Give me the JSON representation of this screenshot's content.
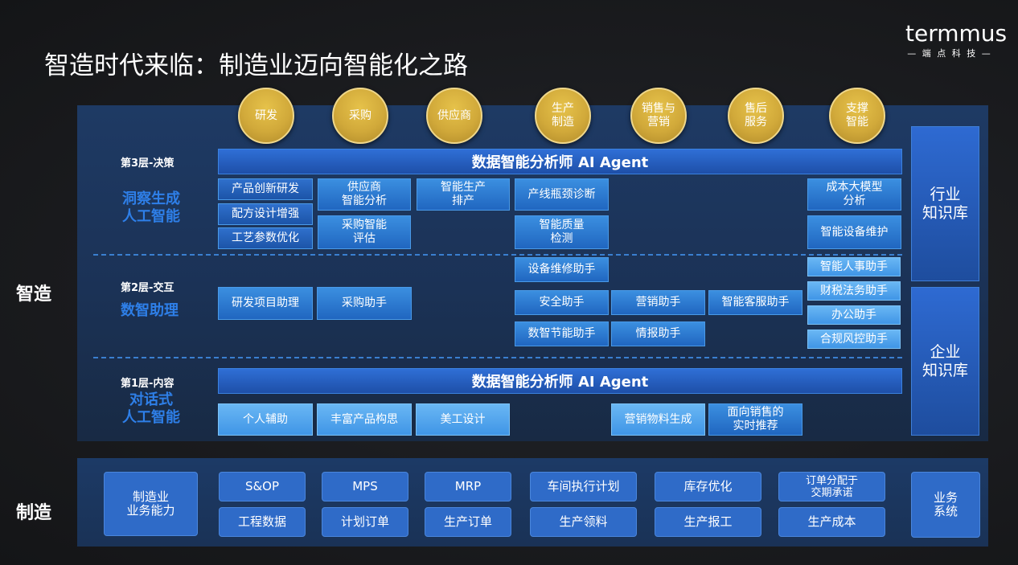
{
  "header": {
    "title": "智造时代来临：制造业迈向智能化之路",
    "logo_brand": "termmus",
    "logo_sub": "— 端 点 科 技 —"
  },
  "side_labels": {
    "smart": "智造",
    "manufacturing": "制造"
  },
  "domains": [
    "研发",
    "采购",
    "供应商",
    "生产\n制造",
    "销售与\n营销",
    "售后\n服务",
    "支撑\n智能"
  ],
  "layer3": {
    "label": "第3层-决策",
    "title": "洞察生成\n人工智能",
    "agent": "数据智能分析师 AI Agent",
    "items": [
      "产品创新研发",
      "配方设计增强",
      "工艺参数优化",
      "供应商\n智能分析",
      "采购智能\n评估",
      "智能生产\n排产",
      "产线瓶颈诊断",
      "智能质量\n检测",
      "成本大模型\n分析",
      "智能设备维护"
    ]
  },
  "layer2": {
    "label": "第2层-交互",
    "title": "数智助理",
    "items": [
      "研发项目助理",
      "采购助手",
      "设备维修助手",
      "安全助手",
      "营销助手",
      "智能客服助手",
      "数智节能助手",
      "情报助手",
      "智能人事助手",
      "财税法务助手",
      "办公助手",
      "合规风控助手"
    ]
  },
  "layer1": {
    "label": "第1层-内容",
    "title": "对话式\n人工智能",
    "agent": "数据智能分析师 AI Agent",
    "items": [
      "个人辅助",
      "丰富产品构思",
      "美工设计",
      "营销物料生成",
      "面向销售的\n实时推荐"
    ]
  },
  "knowledge": {
    "industry": "行业\n知识库",
    "enterprise": "企业\n知识库"
  },
  "manufacturing": {
    "capability": "制造业\n业务能力",
    "items": [
      "S&OP",
      "工程数据",
      "MPS",
      "计划订单",
      "MRP",
      "生产订单",
      "车间执行计划",
      "生产领料",
      "库存优化",
      "生产报工",
      "订单分配于\n交期承诺",
      "生产成本"
    ],
    "system": "业务\n系统"
  },
  "colors": {
    "gold": "#d1a93a",
    "accent_blue": "#2e7fe8",
    "panel_blue": "#1e3a64"
  }
}
